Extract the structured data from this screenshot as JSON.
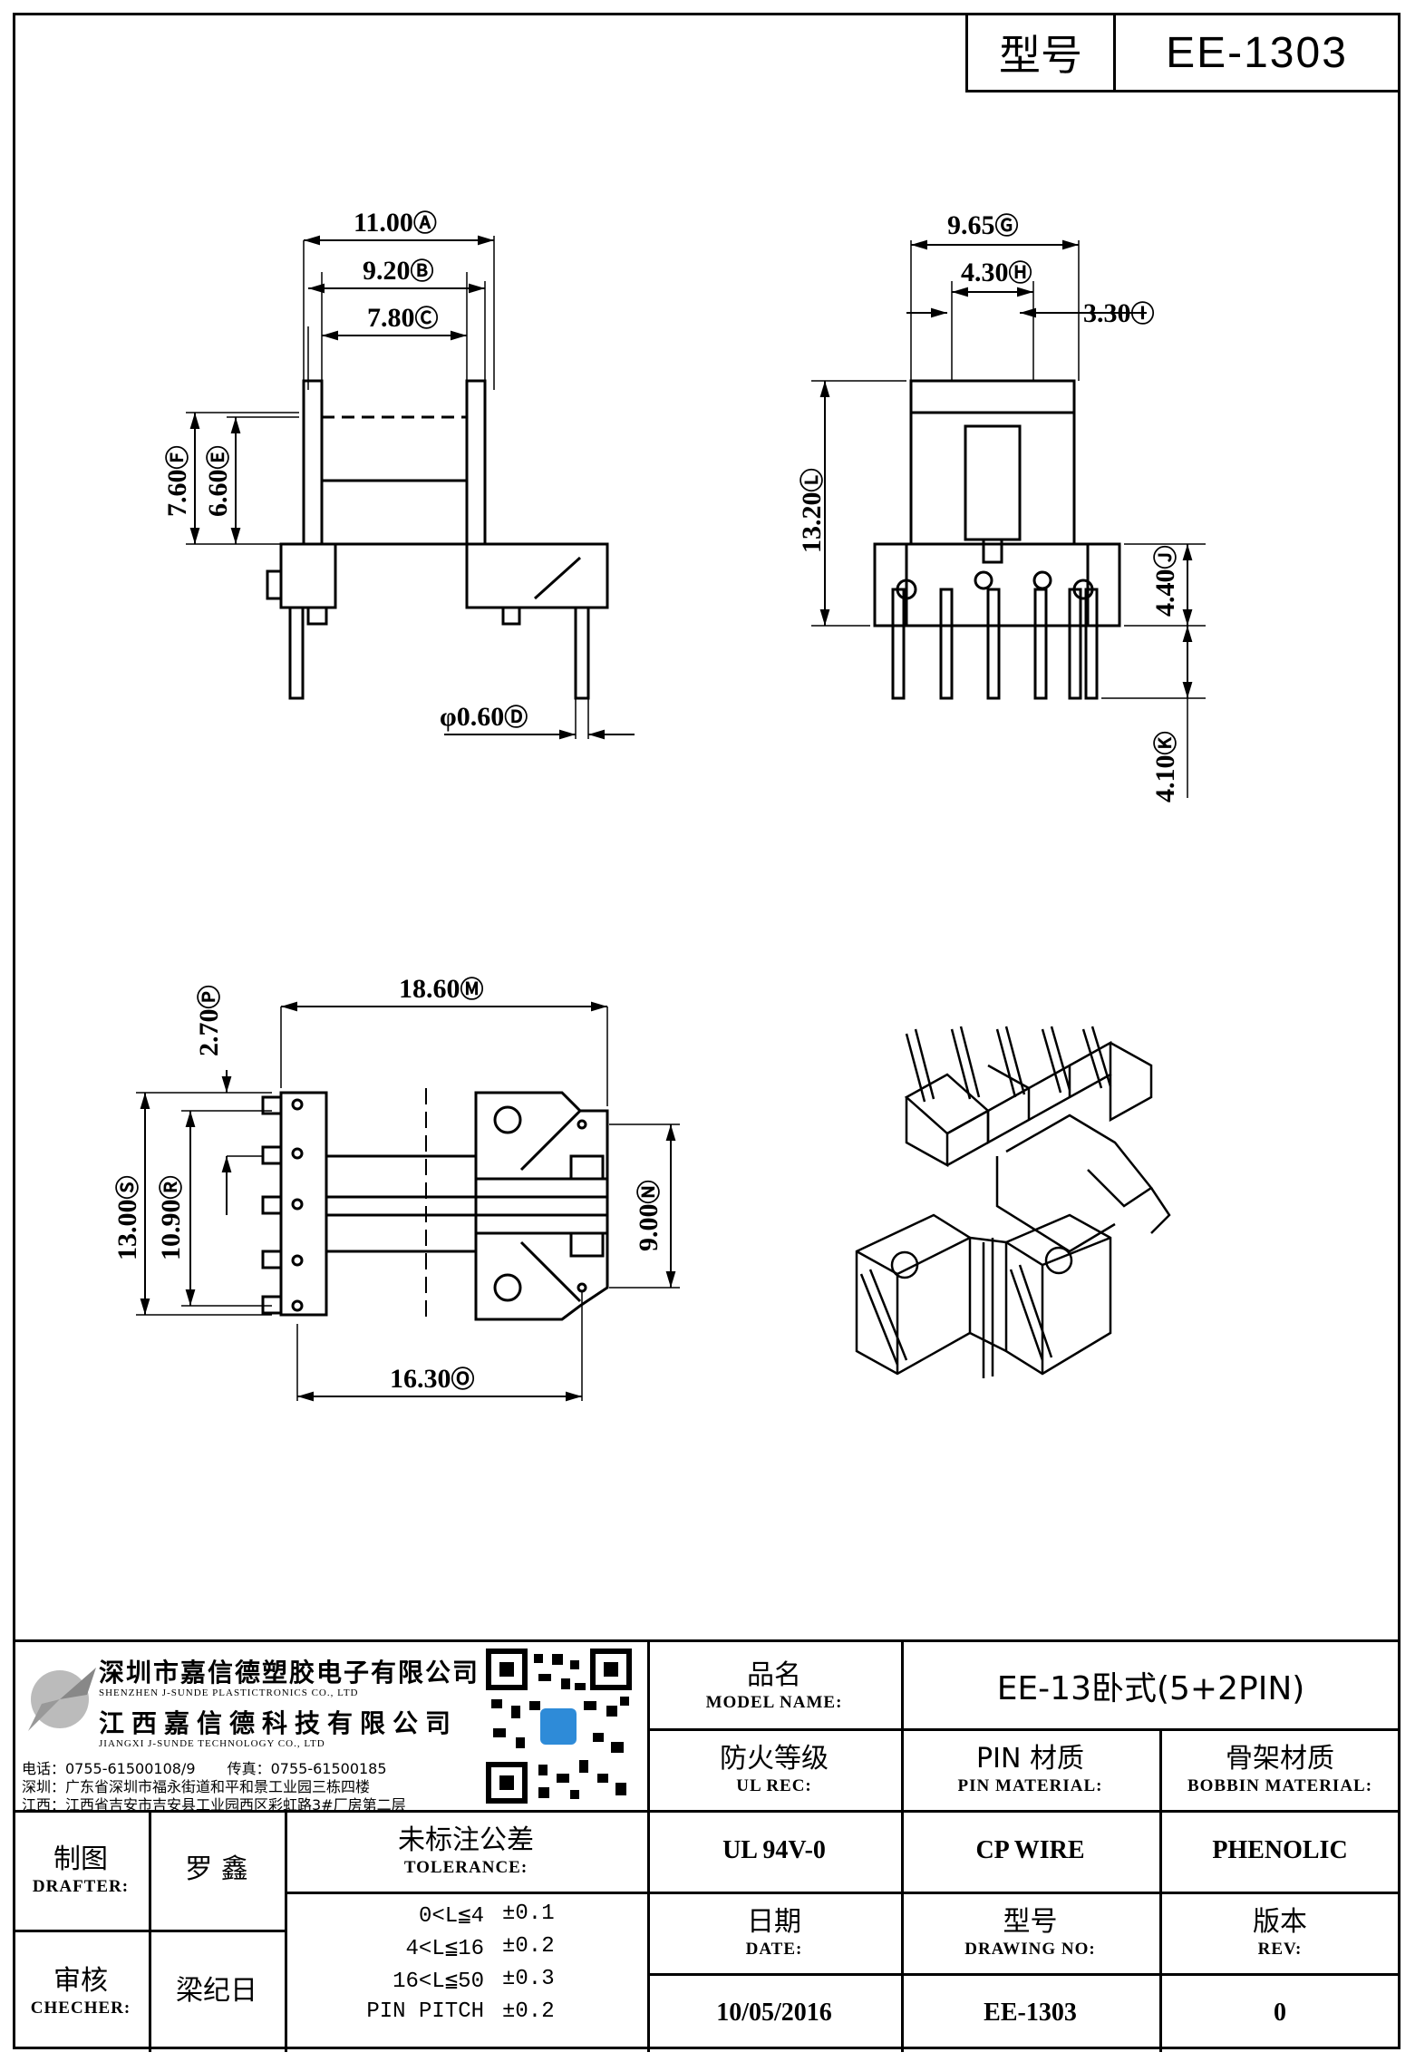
{
  "header": {
    "model_label": "型号",
    "model_value": "EE-1303"
  },
  "drawing": {
    "dims": {
      "A": "11.00",
      "B": "9.20",
      "C": "7.80",
      "D": "φ0.60",
      "E": "6.60",
      "F": "7.60",
      "G": "9.65",
      "H": "4.30",
      "I": "3.30",
      "J": "4.40",
      "K": "4.10",
      "L": "13.20",
      "M": "18.60",
      "N": "9.00",
      "O": "16.30",
      "P": "2.70",
      "R": "10.90",
      "S": "13.00"
    }
  },
  "company": {
    "name_cn_1": "深圳市嘉信德塑胶电子有限公司",
    "name_en_1": "SHENZHEN J-SUNDE PLASTICTRONICS CO., LTD",
    "name_cn_2": "江西嘉信德科技有限公司",
    "name_en_2": "JIANGXI J-SUNDE TECHNOLOGY CO., LTD",
    "phone": "电话：0755-61500108/9",
    "fax": "传真：0755-61500185",
    "addr_sz": "深圳：广东省深圳市福永街道和平和景工业园三栋四楼",
    "addr_jx": "江西：江西省吉安市吉安县工业园西区彩虹路3#厂房第二层"
  },
  "table": {
    "model_name_zh": "品名",
    "model_name_en": "MODEL NAME:",
    "model_name_value": "EE-13卧式(5+2PIN)",
    "ul_zh": "防火等级",
    "ul_en": "UL REC:",
    "ul_value": "UL 94V-0",
    "pin_zh": "PIN 材质",
    "pin_en": "PIN MATERIAL:",
    "pin_value": "CP WIRE",
    "bobbin_zh": "骨架材质",
    "bobbin_en": "BOBBIN MATERIAL:",
    "bobbin_value": "PHENOLIC",
    "drafter_zh": "制图",
    "drafter_en": "DRAFTER:",
    "drafter_value": "罗 鑫",
    "checker_zh": "审核",
    "checker_en": "CHECHER:",
    "checker_value": "梁纪日",
    "tolerance_zh": "未标注公差",
    "tolerance_en": "TOLERANCE:",
    "tolerance_rows": [
      {
        "range": "0<L≦4",
        "value": "±0.1"
      },
      {
        "range": "4<L≦16",
        "value": "±0.2"
      },
      {
        "range": "16<L≦50",
        "value": "±0.3"
      },
      {
        "range": "PIN PITCH",
        "value": "±0.2"
      }
    ],
    "date_zh": "日期",
    "date_en": "DATE:",
    "date_value": "10/05/2016",
    "drawing_no_zh": "型号",
    "drawing_no_en": "DRAWING NO:",
    "drawing_no_value": "EE-1303",
    "rev_zh": "版本",
    "rev_en": "REV:",
    "rev_value": "0"
  }
}
